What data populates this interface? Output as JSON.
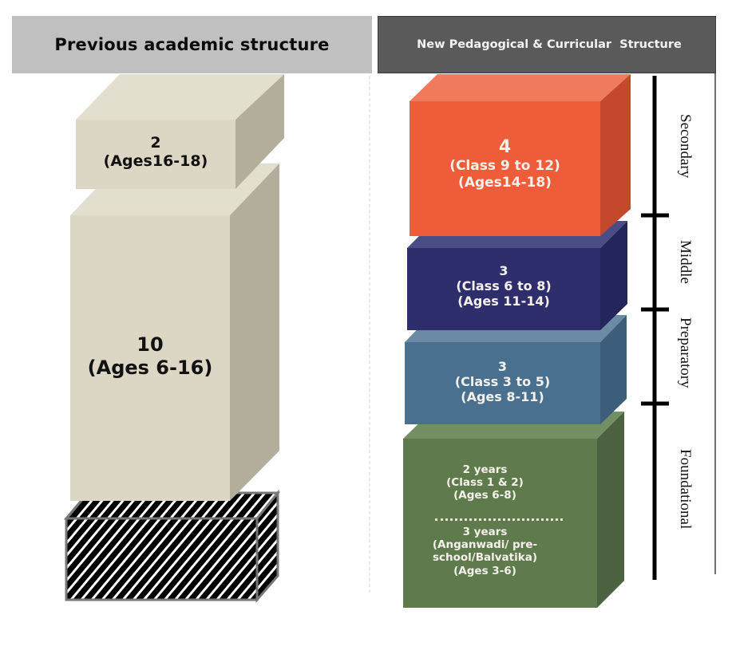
{
  "headers": {
    "left": "Previous academic structure",
    "right": "New Pedagogical & Curricular  Structure"
  },
  "colors": {
    "left_header_bg": "#c0c0c0",
    "right_header_bg": "#5a5a5a",
    "old_box": "#dcd7c4",
    "secondary": "#ef5c3a",
    "middle": "#2d2e6b",
    "preparatory": "#4a7090",
    "foundational": "#5f7a4d"
  },
  "previous_structure": {
    "blocks": [
      {
        "id": "upper",
        "years": "2",
        "ages": "(Ages16-18)"
      },
      {
        "id": "lower",
        "years": "10",
        "ages": "(Ages 6-16)"
      },
      {
        "id": "pre-school",
        "pattern": "hatched",
        "label": ""
      }
    ]
  },
  "new_structure": {
    "blocks": [
      {
        "stage": "Secondary",
        "years": "4",
        "classes": "(Class 9 to 12)",
        "ages": "(Ages14-18)"
      },
      {
        "stage": "Middle",
        "years": "3",
        "classes": "(Class 6 to 8)",
        "ages": "(Ages 11-14)"
      },
      {
        "stage": "Preparatory",
        "years": "3",
        "classes": "(Class 3 to 5)",
        "ages": "(Ages 8-11)"
      },
      {
        "stage": "Foundational",
        "part1": {
          "years": "2 years",
          "classes": "(Class 1 & 2)",
          "ages": "(Ages 6-8)"
        },
        "part2": {
          "years": "3 years",
          "line1": "(Anganwadi/ pre-",
          "line2": "school/Balvatika)",
          "ages": "(Ages 3-6)"
        }
      }
    ]
  }
}
